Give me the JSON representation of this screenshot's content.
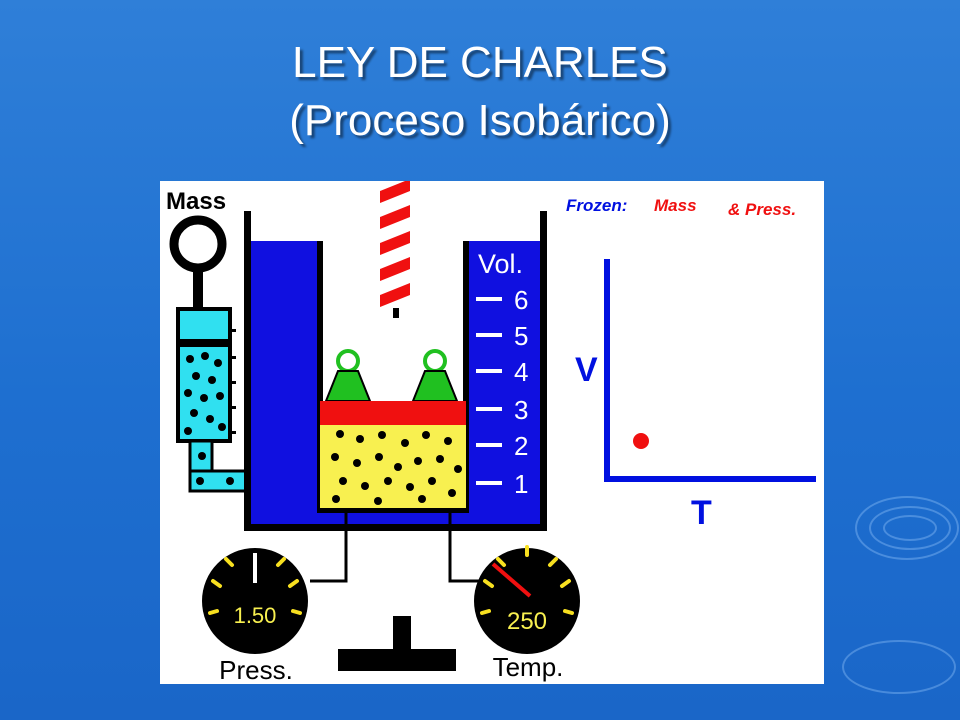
{
  "slide": {
    "title_line1": "LEY DE CHARLES",
    "title_line2": "(Proceso Isobárico)"
  },
  "diagram": {
    "mass_label": "Mass",
    "volume_label": "Vol.",
    "volume_ticks": [
      "6",
      "5",
      "4",
      "3",
      "2",
      "1"
    ],
    "frozen_label": "Frozen:",
    "frozen_mass": "Mass",
    "frozen_press": "& Press.",
    "graph_y_label": "V",
    "graph_x_label": "T",
    "pressure_value": "1.50",
    "pressure_label": "Press.",
    "temperature_value": "250",
    "temperature_label": "Temp.",
    "current_state_point": {
      "T": "low",
      "V": "low"
    }
  },
  "colors": {
    "background": "#1e6fd0",
    "water_blue": "#1010e0",
    "gas_yellow": "#f8f050",
    "piston_red": "#f01010",
    "weight_green": "#20c020",
    "syringe_cyan": "#30e0f0",
    "accent_red": "#ff0000",
    "gauge_tick_yellow": "#f8e020",
    "graph_blue": "#0010e0"
  }
}
